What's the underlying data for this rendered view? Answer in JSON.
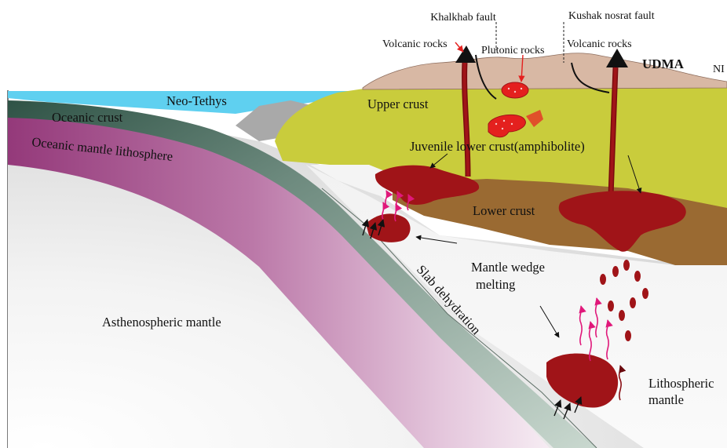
{
  "labels": {
    "khalkhab_fault": "Khalkhab fault",
    "kushak_fault": "Kushak nosrat fault",
    "volcanic_rocks_left": "Volcanic rocks",
    "volcanic_rocks_right": "Volcanic rocks",
    "plutonic_rocks": "Plutonic rocks",
    "udma": "UDMA",
    "nl_cut": "NI",
    "neo_tethys": "Neo-Tethys",
    "upper_crust": "Upper crust",
    "oceanic_crust": "Oceanic crust",
    "oceanic_mantle_lithosphere": "Oceanic mantle lithosphere",
    "juvenile_lower_crust": "Juvenile lower crust(amphibolite)",
    "lower_crust": "Lower crust",
    "mantle_wedge_line1": "Mantle wedge",
    "mantle_wedge_line2": "melting",
    "slab_dehydration": "Slab dehydration",
    "asthenospheric_mantle": "Asthenospheric mantle",
    "lithospheric_line1": "Lithospheric",
    "lithospheric_line2": "mantle"
  },
  "colors": {
    "ocean": "#5fd0f0",
    "upper_crust": "#c9cc3c",
    "lower_crust": "#9a6a32",
    "oceanic_crust": "#3f5f52",
    "oceanic_mantle": "#a24a86",
    "magma": "#a01418",
    "magma_dark": "#8a0f14",
    "plutonic": "#e4201e",
    "arrow_pink": "#e0187a",
    "topography": "#d8b8a4",
    "slab_band": "#c6d7cd"
  }
}
